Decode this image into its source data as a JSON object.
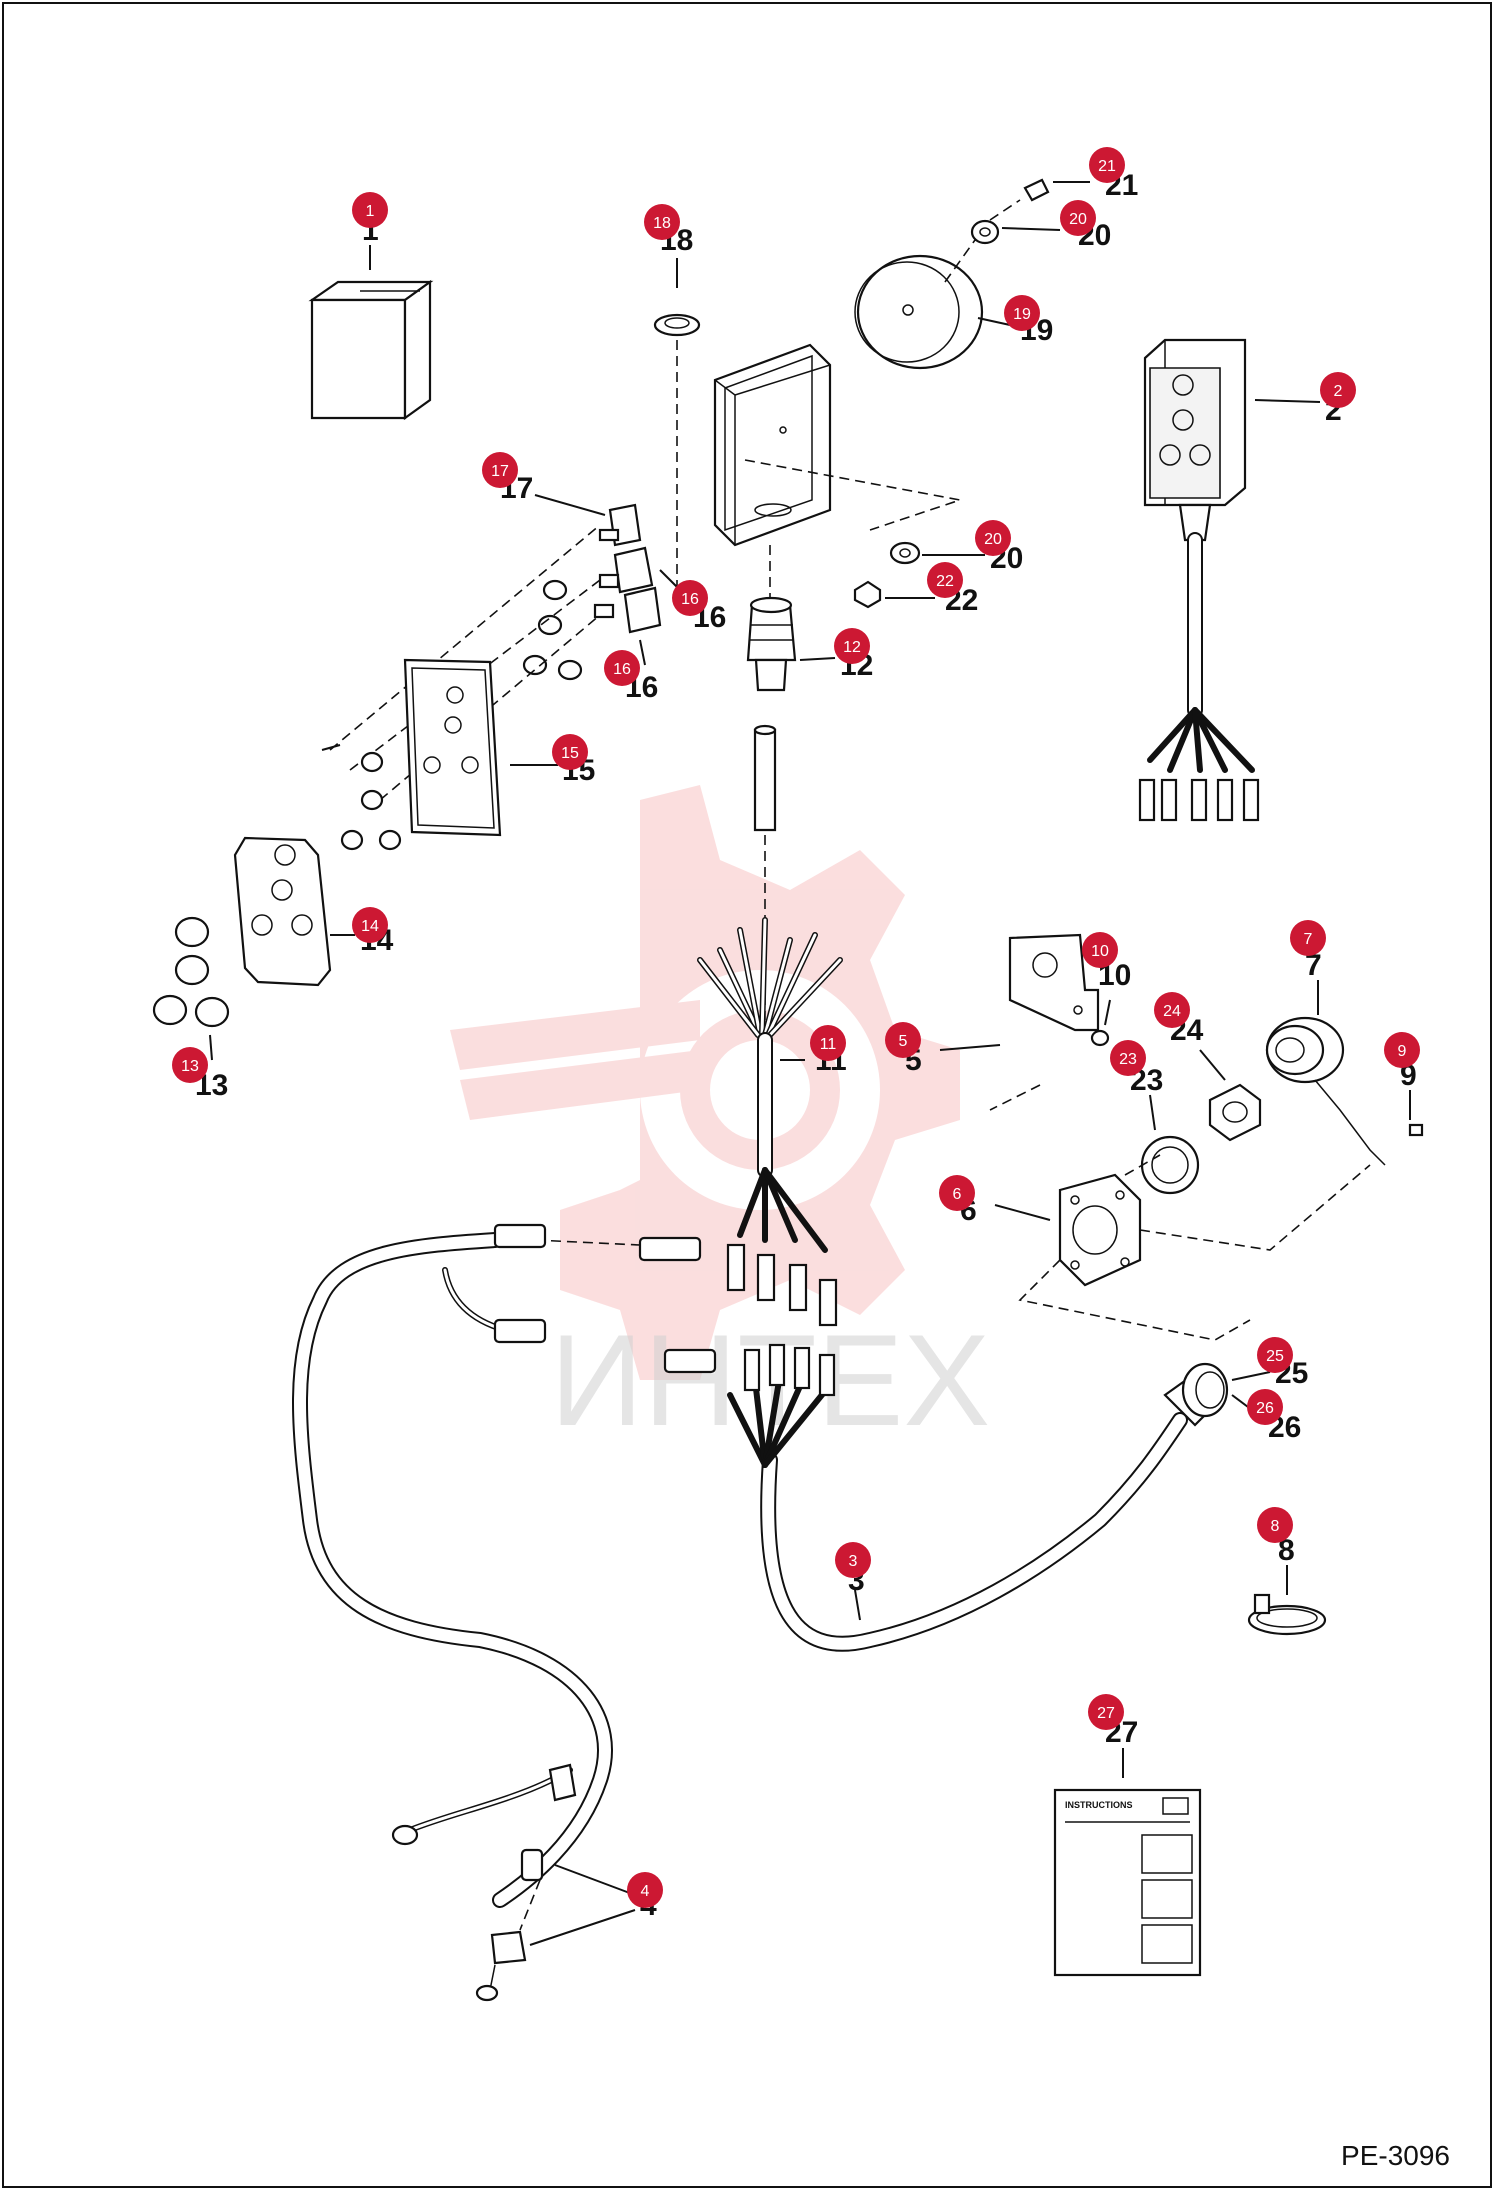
{
  "document": {
    "code": "PE-3096",
    "watermark": "ИНТЕХ"
  },
  "callouts": [
    "1",
    "2",
    "3",
    "4",
    "5",
    "6",
    "7",
    "8",
    "9",
    "10",
    "11",
    "12",
    "13",
    "14",
    "15",
    "16",
    "16",
    "17",
    "18",
    "19",
    "20",
    "20",
    "21",
    "22",
    "23",
    "24",
    "25",
    "26",
    "27"
  ],
  "instructions_sheet": {
    "header": "INSTRUCTIONS"
  },
  "colors": {
    "badge": "#cc1833",
    "watermark": "#f08a8a",
    "line": "#111111"
  }
}
